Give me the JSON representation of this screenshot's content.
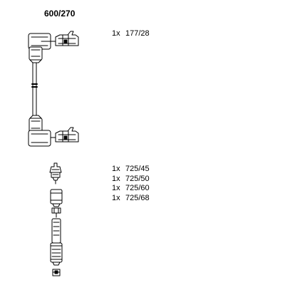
{
  "title": "600/270",
  "set_a": [
    {
      "qty": "1x",
      "part": "177/28"
    }
  ],
  "set_b": [
    {
      "qty": "1x",
      "part": "725/45"
    },
    {
      "qty": "1x",
      "part": "725/50"
    },
    {
      "qty": "1x",
      "part": "725/60"
    },
    {
      "qty": "1x",
      "part": "725/68"
    }
  ]
}
